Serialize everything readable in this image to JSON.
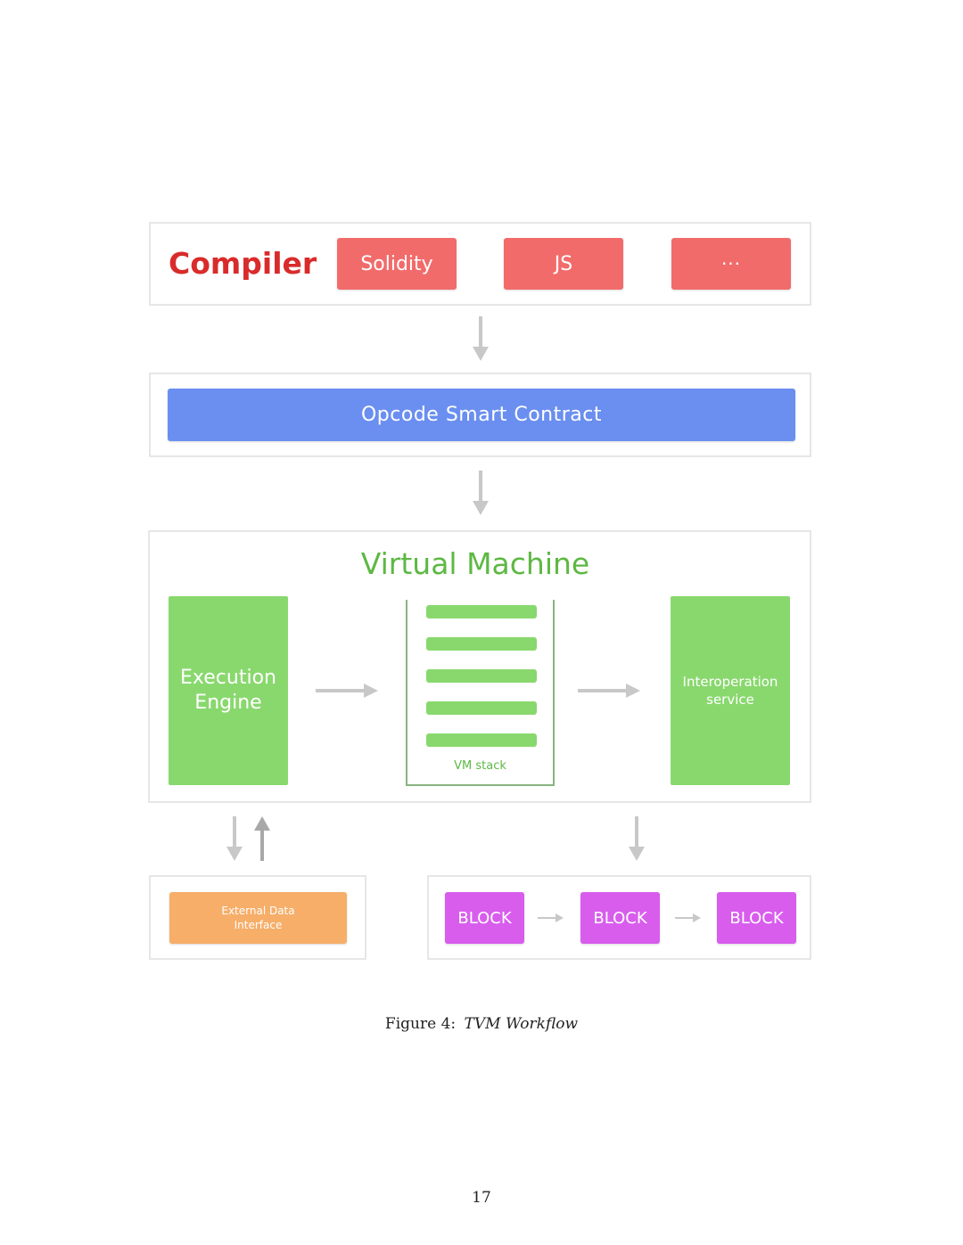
{
  "compiler": {
    "title": "Compiler",
    "languages": [
      "Solidity",
      "JS",
      "···"
    ]
  },
  "opcode": {
    "label": "Opcode Smart Contract"
  },
  "vm": {
    "title": "Virtual Machine",
    "execution_engine": "Execution Engine",
    "stack_label": "VM stack",
    "interop": "Interoperation service"
  },
  "external": {
    "label": "External Data Interface"
  },
  "blocks": [
    "BLOCK",
    "BLOCK",
    "BLOCK"
  ],
  "caption": {
    "prefix": "Figure 4:",
    "title": "TVM Workflow"
  },
  "page_number": "17",
  "colors": {
    "compiler": "#f26b6b",
    "opcode": "#6a8ff0",
    "vm": "#89d86e",
    "external": "#f6ae69",
    "block": "#d85ded",
    "arrow": "#c8c8c8"
  }
}
